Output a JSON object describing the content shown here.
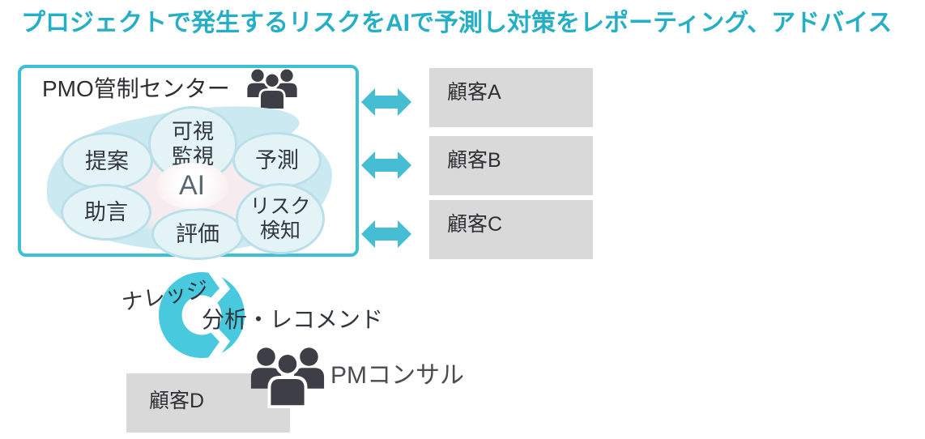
{
  "title": "プロジェクトで発生するリスクをAIで予測し対策をレポーティング、アドバイス",
  "pmo_center": {
    "title": "PMO管制センター",
    "ai_label": "AI",
    "functions": {
      "monitor": "可視\n監視",
      "proposal": "提案",
      "predict": "予測",
      "advice": "助言",
      "evaluate": "評価",
      "risk": "リスク\n検知"
    }
  },
  "customers": {
    "a": "顧客A",
    "b": "顧客B",
    "c": "顧客C",
    "d": "顧客D"
  },
  "cycle": {
    "knowledge": "ナレッジ",
    "analysis": "分析・レコメンド"
  },
  "pm_consultant": "PMコンサル",
  "icons": {
    "pmo_group": "people-group-icon",
    "pm_group": "people-group-icon",
    "exchange": "double-arrow-icon",
    "loop": "cycle-arrows-icon"
  },
  "colors": {
    "title_teal": "#24afc6",
    "box_border_teal": "#3cc0d5",
    "arrow_teal": "#45bed4",
    "cycle_teal": "#49c9de",
    "bubble_fill": "#e3f3f6",
    "bubble_border": "#badfe9",
    "cloud_fill": "#cbe9f0",
    "gray_box": "#d9d9d9",
    "dark_text": "#30363b",
    "icon_dark": "#3e3e46"
  }
}
